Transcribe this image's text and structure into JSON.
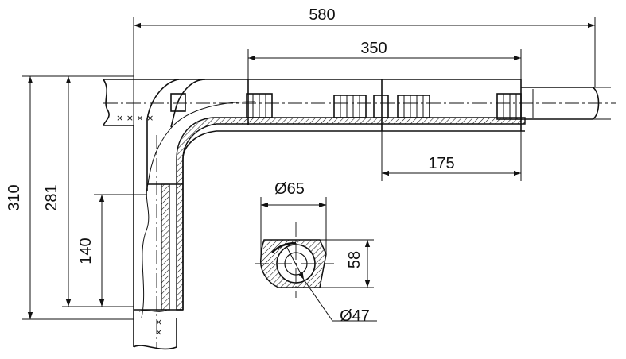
{
  "dimensions": {
    "overall_length": "580",
    "heated_length": "350",
    "offset_length": "175",
    "total_height": "310",
    "axis_height": "281",
    "vertical_section": "140",
    "outer_diameter": "Ø65",
    "inner_diameter": "Ø47",
    "section_height": "58"
  },
  "marks": {
    "cross_top": "× × × ×",
    "cross_bottom": "× ×"
  },
  "colors": {
    "line": "#111111",
    "background": "#ffffff"
  }
}
